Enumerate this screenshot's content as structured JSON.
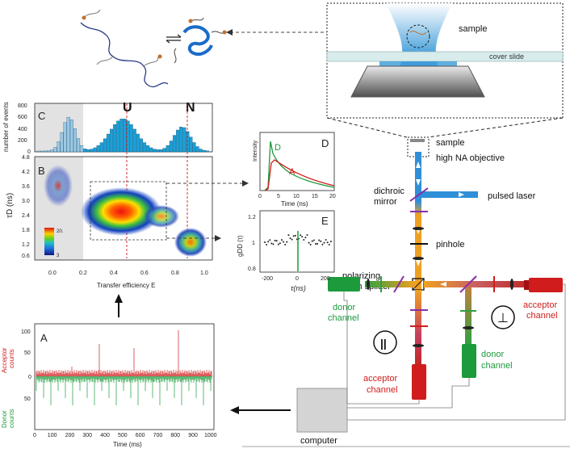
{
  "protein": {
    "state_unfolded": "U",
    "state_folded": "N"
  },
  "setup": {
    "sample_top": "sample",
    "cover_slide": "cover slide",
    "sample_mid": "sample",
    "objective": "high NA objective",
    "dichroic": "dichroic",
    "mirror": "mirror",
    "pulsed_laser": "pulsed laser",
    "pinhole": "pinhole",
    "polarizing": "polarizing",
    "beam_splitter": "beam splitter",
    "acceptor_right_1": "acceptor",
    "acceptor_right_2": "channel",
    "donor_left_1": "donor",
    "donor_left_2": "channel",
    "donor_right_1": "donor",
    "donor_right_2": "channel",
    "acceptor_bottom_1": "acceptor",
    "acceptor_bottom_2": "channel",
    "parallel_symbol": "||",
    "perp_symbol": "⊥",
    "computer": "computer"
  },
  "panel_C": {
    "letter": "C",
    "ylabel": "number of events",
    "yticks": [
      "800",
      "600",
      "400",
      "200",
      "0"
    ]
  },
  "panel_B": {
    "letter": "B",
    "ylabel": "τD (ns)",
    "yticks": [
      "4.8",
      "4.2",
      "3.6",
      "3.0",
      "2.4",
      "1.8",
      "1.2",
      "0.6"
    ],
    "xticks": [
      "0.0",
      "0.2",
      "0.4",
      "0.6",
      "0.8",
      "1.0"
    ],
    "xlabel": "Transfer efficiency E",
    "colorbar_max": "20.",
    "colorbar_min": "3"
  },
  "panel_D": {
    "letter": "D",
    "ylabel": "Intensity",
    "xlabel": "Time (ns)",
    "xticks": [
      "0",
      "5",
      "10",
      "15",
      "20"
    ],
    "curve_D": "D",
    "curve_A": "A"
  },
  "panel_E": {
    "letter": "E",
    "ylabel": "gDD (τ)",
    "xlabel": "τ(ns)",
    "yticks": [
      "1.2",
      "1",
      "0.8"
    ],
    "xticks": [
      "-200",
      "0",
      "200"
    ]
  },
  "panel_A": {
    "letter": "A",
    "ylabel_acceptor_1": "Acceptor",
    "ylabel_acceptor_2": "counts",
    "ylabel_donor_1": "Donor",
    "ylabel_donor_2": "counts",
    "yticks": [
      "100",
      "50",
      "0",
      "50"
    ],
    "xticks": [
      "0",
      "100",
      "200",
      "300",
      "400",
      "500",
      "600",
      "700",
      "800",
      "900",
      "1000"
    ],
    "xlabel": "Time (ms)"
  },
  "colors": {
    "histogram": "#1aa0d8",
    "histogram_light": "#9cc8e4",
    "acceptor": "#d01c1c",
    "donor": "#1c9a3c",
    "laser": "#1a8ad4",
    "beam": "#f0a020"
  }
}
